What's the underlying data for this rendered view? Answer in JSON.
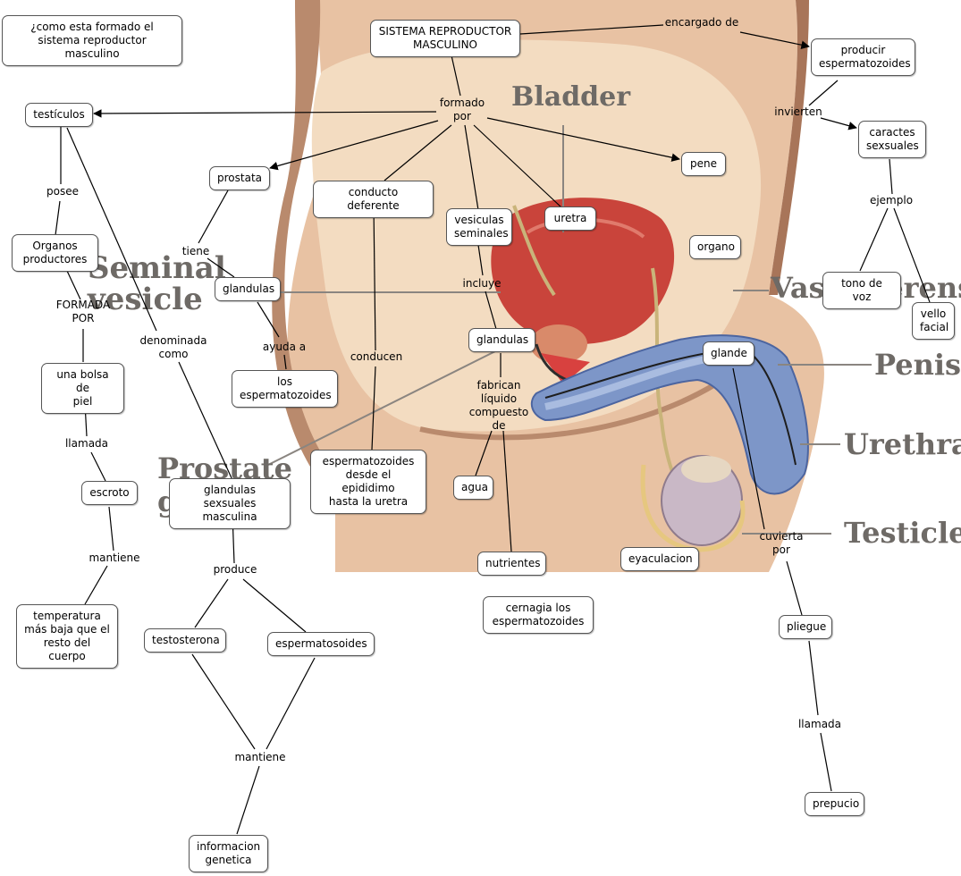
{
  "image_labels": {
    "bladder": "Bladder",
    "seminal_1": "Seminal",
    "seminal_2": "vesicle",
    "vas_deferens": "Vas deferens",
    "penis": "Penis",
    "urethra": "Urethra",
    "prostate_1": "Prostate",
    "prostate_2": "g",
    "testicle": "Testicle"
  },
  "nodes": {
    "pregunta": "¿como esta formado el\nsistema reproductor masculino",
    "sistema": "SISTEMA REPRODUCTOR\nMASCULINO",
    "producir": "producir\nespermatozoides",
    "caractes": "caractes\nsexsuales",
    "testiculos": "testículos",
    "prostata": "prostata",
    "conducto": "conducto deferente",
    "pene": "pene",
    "vesiculas": "vesiculas\nseminales",
    "uretra": "uretra",
    "organo": "organo",
    "organos_productores": "Organos\nproductores",
    "glandulas_1": "glandulas",
    "tono": "tono de voz",
    "vello": "vello\nfacial",
    "glandulas_2": "glandulas",
    "glande": "glande",
    "bolsa": "una bolsa de\npiel",
    "los_esperm": "los\nespermatozoides",
    "esperm_epididimo": "espermatozoides\ndesde el epididimo\nhasta la uretra",
    "agua": "agua",
    "escroto": "escroto",
    "glandulas_sexsuales": "glandulas sexsuales\nmasculina",
    "nutrientes": "nutrientes",
    "eyaculacion": "eyaculacion",
    "cernagia": "cernagia los\nespermatozoides",
    "temperatura": "temperatura\nmás baja que el\nresto del cuerpo",
    "pliegue": "pliegue",
    "testosterona": "testosterona",
    "espermatosoides": "espermatosoides",
    "prepucio": "prepucio",
    "informacion": "informacion\ngenetica"
  },
  "link_labels": {
    "encargado": "encargado de",
    "formado": "formado\npor",
    "invierten": "invierten",
    "posee": "posee",
    "ejemplo": "ejemplo",
    "tiene": "tiene",
    "formada_por": "FORMADA\nPOR",
    "incluye": "incluye",
    "denominada": "denominada\ncomo",
    "ayuda": "ayuda a",
    "conducen": "conducen",
    "fabrican": "fabrican\nlíquido\ncompuesto\nde",
    "llamada_1": "llamada",
    "cuvierta": "cuvierta\npor",
    "mantiene_1": "mantiene",
    "produce": "produce",
    "llamada_2": "llamada",
    "mantiene_2": "mantiene"
  }
}
